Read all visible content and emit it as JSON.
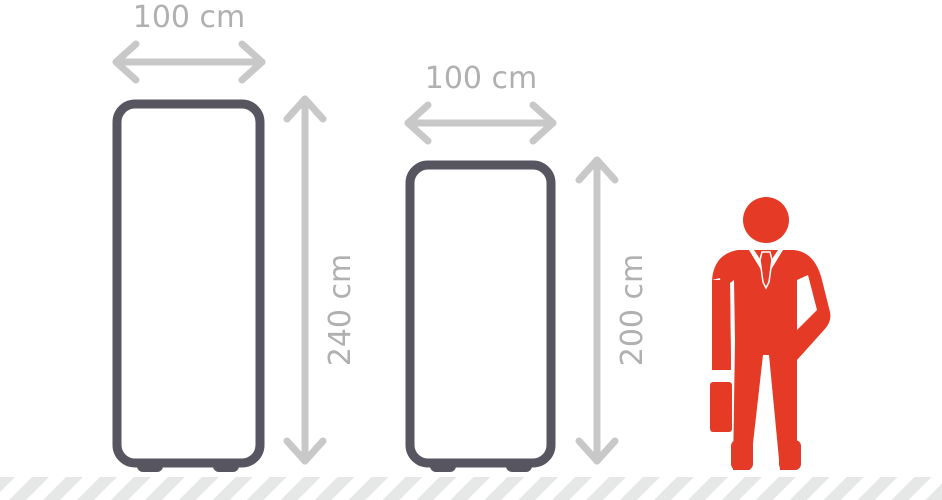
{
  "colors": {
    "cabinet": "#575560",
    "arrow": "#c8c8c8",
    "label": "#b0b0b0",
    "person": "#e53b26",
    "floor": "#e6e8e8"
  },
  "cabinets": [
    {
      "name": "large",
      "width_label": "100 cm",
      "height_label": "240 cm"
    },
    {
      "name": "small",
      "width_label": "100 cm",
      "height_label": "200 cm"
    }
  ],
  "person_icon": "businessman-with-briefcase-icon"
}
